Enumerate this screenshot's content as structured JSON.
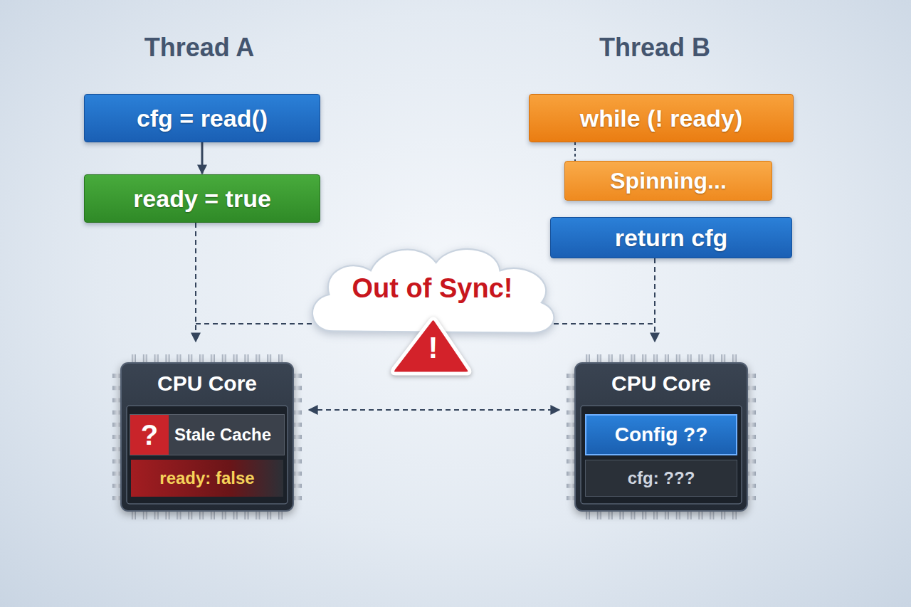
{
  "diagram": {
    "nodes": [
      {
        "text": [
          "cfg = read()"
        ]
      },
      {
        "text": [
          "ready = true"
        ]
      },
      {
        "text": [
          "while (! ready)"
        ]
      },
      {
        "text": [
          "Spinning..."
        ]
      },
      {
        "text": [
          "return cfg"
        ]
      },
      {
        "text": [
          "Out of Sync!"
        ]
      },
      {
        "text": [
          "!"
        ],
        "in": 5
      },
      {
        "text": [
          "CPU Core"
        ]
      },
      {
        "text": [
          "?",
          "Stale Cache"
        ],
        "in": 7
      },
      {
        "text": [
          "ready: false"
        ],
        "in": 7
      },
      {
        "text": [
          "CPU Core"
        ]
      },
      {
        "text": [
          "Config ??"
        ],
        "in": 10
      },
      {
        "text": [
          "cfg: ???"
        ],
        "in": 10
      }
    ],
    "edges": [
      {
        "from": 0,
        "to": 1,
        "arrow": "to"
      },
      {
        "from": 2,
        "to": 3,
        "arrow": "none"
      },
      {
        "from": 1,
        "to": 7,
        "arrow": "to"
      },
      {
        "from": 4,
        "to": 10,
        "arrow": "to"
      },
      {
        "from": 7,
        "to": 10,
        "arrow": "both"
      }
    ],
    "labels": [
      "Thread A",
      "Thread B"
    ]
  }
}
